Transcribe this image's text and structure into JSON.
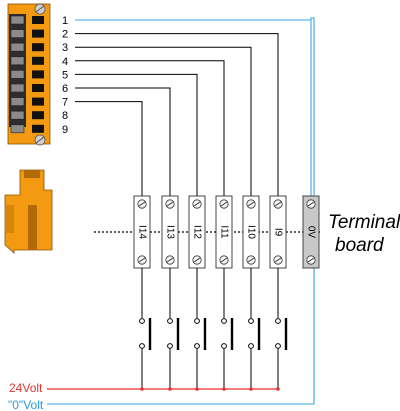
{
  "connector": {
    "pins": [
      "1",
      "2",
      "3",
      "4",
      "5",
      "6",
      "7",
      "8",
      "9"
    ],
    "body_color": "#f39a12",
    "dark_color": "#b26a07"
  },
  "terminals": [
    {
      "label": "I14",
      "color": "#ffffff"
    },
    {
      "label": "I13",
      "color": "#ffffff"
    },
    {
      "label": "I12",
      "color": "#ffffff"
    },
    {
      "label": "I11",
      "color": "#ffffff"
    },
    {
      "label": "I10",
      "color": "#ffffff"
    },
    {
      "label": "I9",
      "color": "#ffffff"
    },
    {
      "label": "0V",
      "color": "#c8c8c8"
    }
  ],
  "board": {
    "line1": "Terminal",
    "line2": "board"
  },
  "rails": {
    "positive": {
      "label": "24Volt",
      "color": "#e8322f"
    },
    "zero": {
      "label": "\"0\"Volt",
      "color": "#2a9be0"
    }
  },
  "wire_color": "#000000",
  "zero_wire_color": "#3aa7e0"
}
